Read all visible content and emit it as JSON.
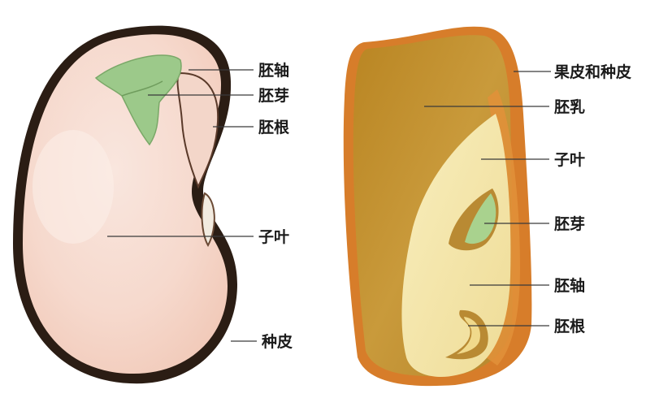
{
  "bean": {
    "labels": {
      "hypocotyl": "胚轴",
      "plumule": "胚芽",
      "radicle": "胚根",
      "cotyledon": "子叶",
      "seed_coat": "种皮"
    }
  },
  "corn": {
    "labels": {
      "pericarp_seed_coat": "果皮和种皮",
      "endosperm": "胚乳",
      "cotyledon": "子叶",
      "plumule": "胚芽",
      "hypocotyl": "胚轴",
      "radicle": "胚根"
    }
  },
  "colors": {
    "bean_flesh": "#f7dcd2",
    "bean_coat": "#2b1d14",
    "plumule_green": "#9cc98a",
    "corn_endosperm": "#c9952f",
    "corn_embryo": "#f4e6a8",
    "corn_coat": "#d77d2a"
  }
}
